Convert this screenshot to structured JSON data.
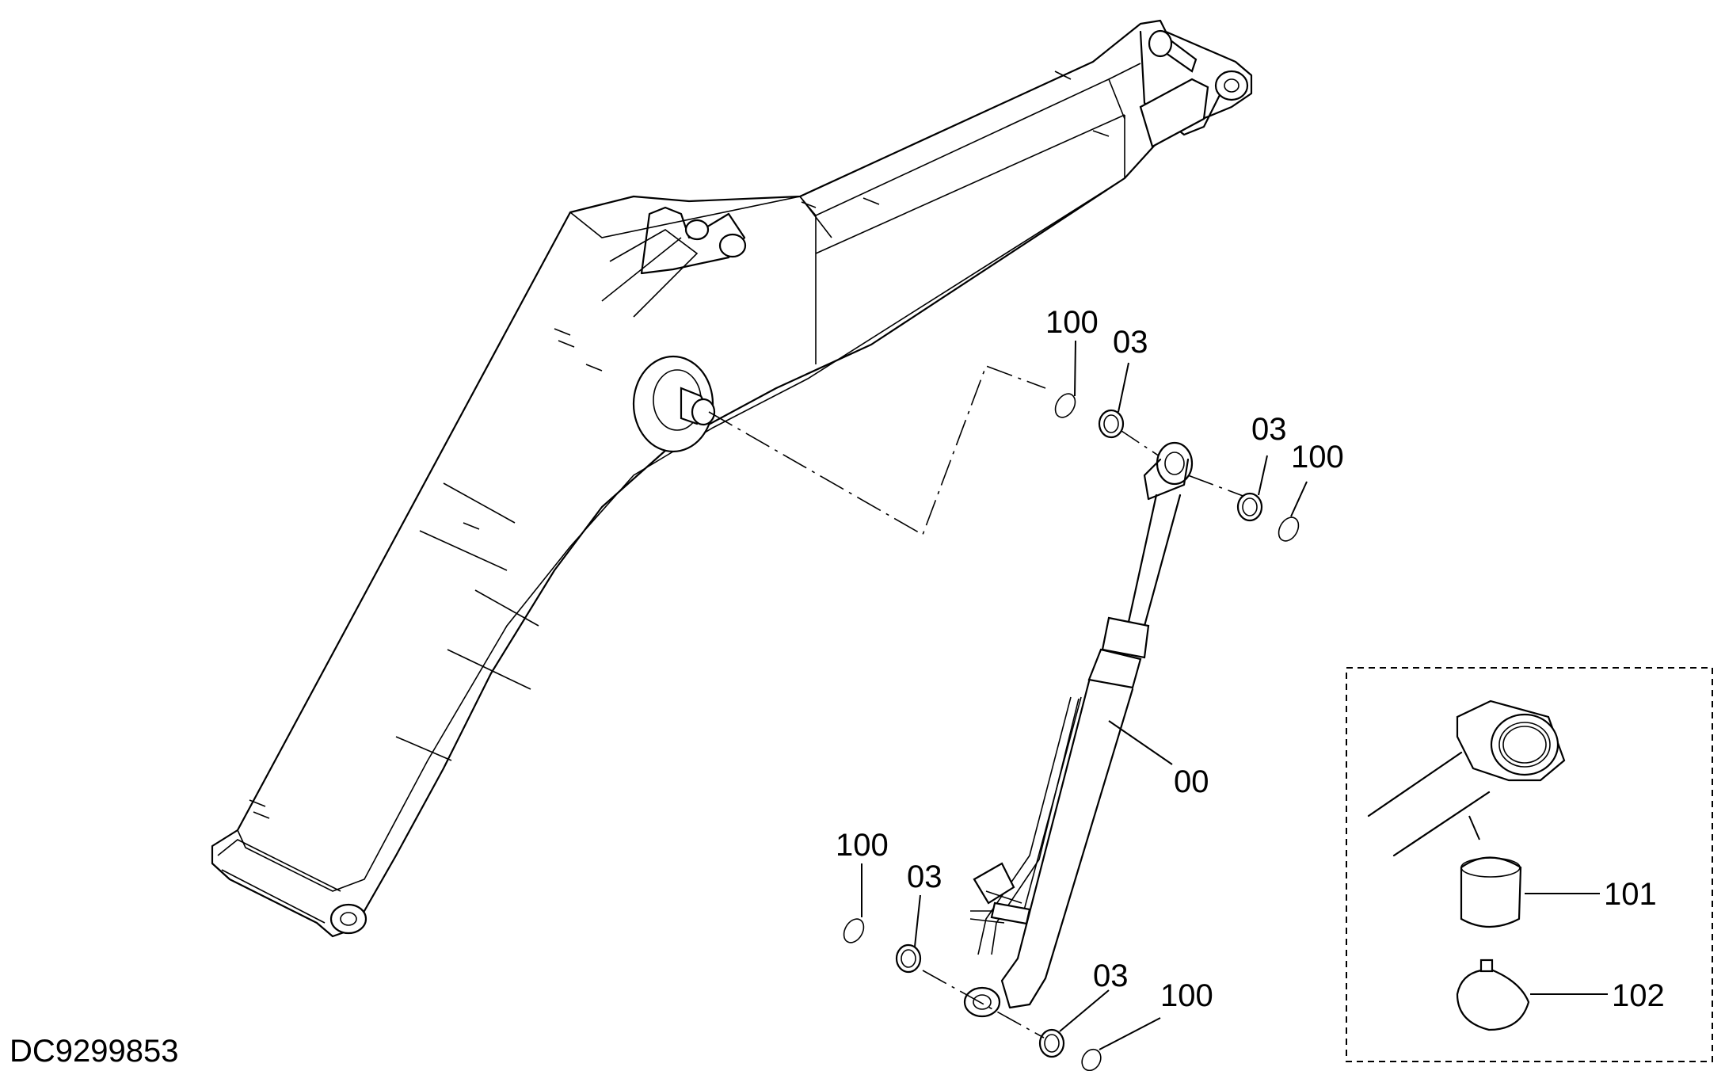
{
  "drawing_code": "DC9299853",
  "labels": {
    "ring_top_left": "100",
    "bushing_top_left": "03",
    "bushing_top_right": "03",
    "ring_top_right": "100",
    "cylinder": "00",
    "ring_bottom_left": "100",
    "bushing_bottom_left": "03",
    "bushing_bottom_right": "03",
    "ring_bottom_right": "100",
    "detail_bushing": "101",
    "detail_band": "102"
  }
}
